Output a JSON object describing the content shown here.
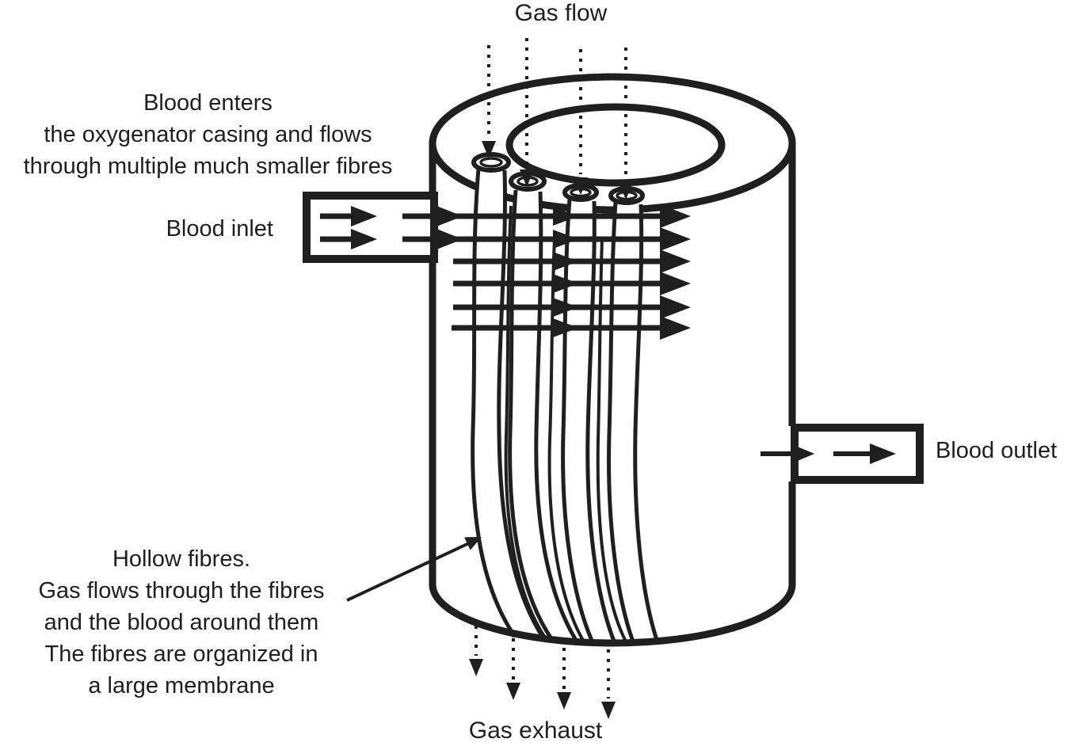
{
  "colors": {
    "ink": "#1f1f1f",
    "background": "#ffffff"
  },
  "labels": {
    "gas_flow": "Gas flow",
    "blood_enters_lines": [
      "Blood enters",
      "the oxygenator casing and flows",
      "through multiple much smaller fibres"
    ],
    "blood_inlet": "Blood inlet",
    "blood_outlet": "Blood outlet",
    "hollow_fibres_lines": [
      "Hollow fibres.",
      "Gas flows through the fibres",
      "and the blood around them",
      "The fibres are organized in",
      "a large membrane"
    ],
    "gas_exhaust": "Gas exhaust"
  },
  "figure": {
    "type": "membrane-oxygenator-cross-section",
    "gas_inlet_arrow_count": 4,
    "gas_exhaust_arrow_count": 4,
    "blood_flow_arrow_rows": 6,
    "hollow_fibre_tube_count": 4
  }
}
